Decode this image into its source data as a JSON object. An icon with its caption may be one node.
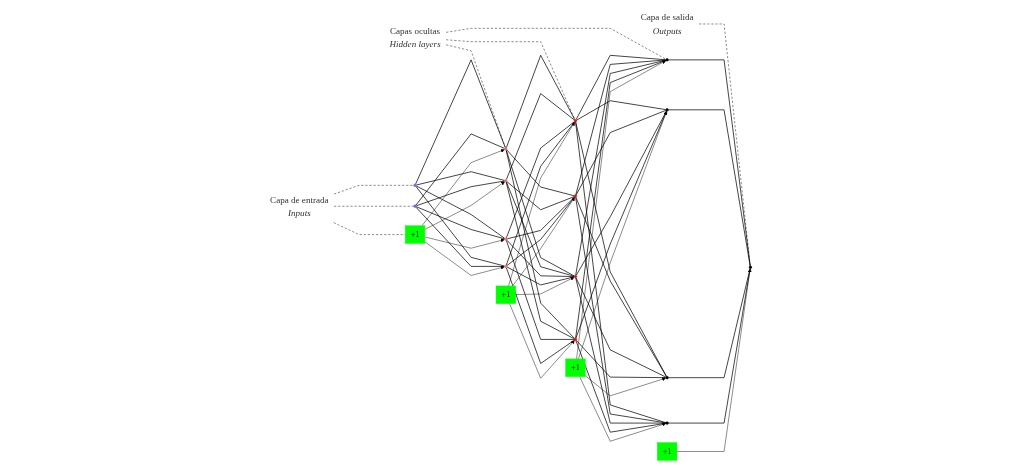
{
  "diagram": {
    "nodes": [
      {
        "text": [
          "Capa de entrada",
          "Inputs"
        ]
      },
      {
        "text": [
          "Capas ocultas",
          "Hidden layers"
        ]
      },
      {
        "text": [
          "Capa de salida",
          "Outputs"
        ]
      },
      {
        "text": [],
        "shape": "circle"
      },
      {
        "text": [],
        "shape": "circle"
      },
      {
        "text": [
          "+1"
        ]
      },
      {
        "text": [],
        "shape": "circle"
      },
      {
        "text": [],
        "shape": "circle"
      },
      {
        "text": [],
        "shape": "circle"
      },
      {
        "text": [],
        "shape": "circle"
      },
      {
        "text": [
          "+1"
        ]
      },
      {
        "text": [],
        "shape": "circle"
      },
      {
        "text": [],
        "shape": "circle"
      },
      {
        "text": [],
        "shape": "circle"
      },
      {
        "text": [],
        "shape": "circle"
      },
      {
        "text": [
          "+1"
        ]
      },
      {
        "text": [],
        "shape": "circle"
      },
      {
        "text": [],
        "shape": "circle"
      },
      {
        "text": [],
        "shape": "circle"
      },
      {
        "text": [],
        "shape": "circle"
      },
      {
        "text": [
          "+1"
        ]
      },
      {
        "text": [],
        "shape": "circle"
      }
    ],
    "edges": [
      {
        "from": 0,
        "to": 3,
        "arrow": "none",
        "style": "dashed"
      },
      {
        "from": 0,
        "to": 4,
        "arrow": "none",
        "style": "dashed"
      },
      {
        "from": 0,
        "to": 5,
        "arrow": "none",
        "style": "dashed"
      },
      {
        "from": 1,
        "to": 6,
        "arrow": "none",
        "style": "dashed"
      },
      {
        "from": 1,
        "to": 11,
        "arrow": "none",
        "style": "dashed"
      },
      {
        "from": 1,
        "to": 16,
        "arrow": "none",
        "style": "dashed"
      },
      {
        "from": 2,
        "to": 21,
        "arrow": "none",
        "style": "dashed"
      },
      {
        "from": 3,
        "to": 6,
        "arrow": "none"
      },
      {
        "from": 3,
        "to": 7,
        "arrow": "none"
      },
      {
        "from": 3,
        "to": 8,
        "arrow": "none"
      },
      {
        "from": 3,
        "to": 9,
        "arrow": "none"
      },
      {
        "from": 4,
        "to": 6,
        "arrow": "none"
      },
      {
        "from": 4,
        "to": 7,
        "arrow": "none"
      },
      {
        "from": 4,
        "to": 8,
        "arrow": "none"
      },
      {
        "from": 4,
        "to": 9,
        "arrow": "none"
      },
      {
        "from": 5,
        "to": 6,
        "arrow": "to"
      },
      {
        "from": 5,
        "to": 7,
        "arrow": "to"
      },
      {
        "from": 5,
        "to": 8,
        "arrow": "to"
      },
      {
        "from": 5,
        "to": 9,
        "arrow": "to"
      },
      {
        "from": 6,
        "to": 11,
        "arrow": "none"
      },
      {
        "from": 6,
        "to": 12,
        "arrow": "none"
      },
      {
        "from": 6,
        "to": 13,
        "arrow": "none"
      },
      {
        "from": 6,
        "to": 14,
        "arrow": "none"
      },
      {
        "from": 7,
        "to": 11,
        "arrow": "none"
      },
      {
        "from": 7,
        "to": 12,
        "arrow": "none"
      },
      {
        "from": 7,
        "to": 13,
        "arrow": "none"
      },
      {
        "from": 7,
        "to": 14,
        "arrow": "none"
      },
      {
        "from": 8,
        "to": 11,
        "arrow": "none"
      },
      {
        "from": 8,
        "to": 12,
        "arrow": "none"
      },
      {
        "from": 8,
        "to": 13,
        "arrow": "none"
      },
      {
        "from": 8,
        "to": 14,
        "arrow": "none"
      },
      {
        "from": 9,
        "to": 11,
        "arrow": "none"
      },
      {
        "from": 9,
        "to": 12,
        "arrow": "none"
      },
      {
        "from": 9,
        "to": 13,
        "arrow": "none"
      },
      {
        "from": 9,
        "to": 14,
        "arrow": "none"
      },
      {
        "from": 10,
        "to": 11,
        "arrow": "to"
      },
      {
        "from": 10,
        "to": 12,
        "arrow": "to"
      },
      {
        "from": 10,
        "to": 13,
        "arrow": "to"
      },
      {
        "from": 10,
        "to": 14,
        "arrow": "to"
      },
      {
        "from": 11,
        "to": 16,
        "arrow": "none"
      },
      {
        "from": 11,
        "to": 17,
        "arrow": "none"
      },
      {
        "from": 11,
        "to": 18,
        "arrow": "none"
      },
      {
        "from": 11,
        "to": 19,
        "arrow": "none"
      },
      {
        "from": 12,
        "to": 16,
        "arrow": "none"
      },
      {
        "from": 12,
        "to": 17,
        "arrow": "none"
      },
      {
        "from": 12,
        "to": 18,
        "arrow": "none"
      },
      {
        "from": 12,
        "to": 19,
        "arrow": "none"
      },
      {
        "from": 13,
        "to": 16,
        "arrow": "none"
      },
      {
        "from": 13,
        "to": 17,
        "arrow": "none"
      },
      {
        "from": 13,
        "to": 18,
        "arrow": "none"
      },
      {
        "from": 13,
        "to": 19,
        "arrow": "none"
      },
      {
        "from": 14,
        "to": 16,
        "arrow": "none"
      },
      {
        "from": 14,
        "to": 17,
        "arrow": "none"
      },
      {
        "from": 14,
        "to": 18,
        "arrow": "none"
      },
      {
        "from": 14,
        "to": 19,
        "arrow": "none"
      },
      {
        "from": 15,
        "to": 16,
        "arrow": "to"
      },
      {
        "from": 15,
        "to": 17,
        "arrow": "to"
      },
      {
        "from": 15,
        "to": 18,
        "arrow": "to"
      },
      {
        "from": 15,
        "to": 19,
        "arrow": "to"
      },
      {
        "from": 16,
        "to": 21,
        "arrow": "none"
      },
      {
        "from": 17,
        "to": 21,
        "arrow": "none"
      },
      {
        "from": 18,
        "to": 21,
        "arrow": "none"
      },
      {
        "from": 19,
        "to": 21,
        "arrow": "none"
      },
      {
        "from": 20,
        "to": 21,
        "arrow": "to"
      }
    ]
  }
}
